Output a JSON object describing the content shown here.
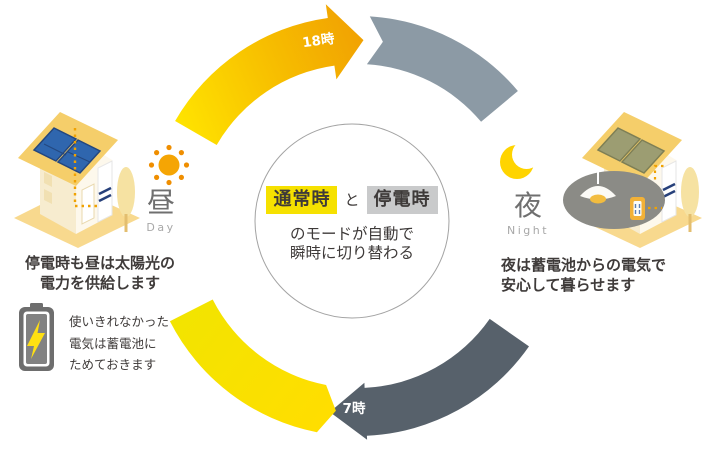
{
  "cycle": {
    "evening_time_label": "18時",
    "morning_time_label": "7時"
  },
  "day": {
    "kanji": "昼",
    "english": "Day",
    "description": [
      "停電時も昼は太陽光の",
      "電力を供給します"
    ],
    "battery_note": [
      "使いきれなかった",
      "電気は蓄電池に",
      "ためておきます"
    ]
  },
  "night": {
    "kanji": "夜",
    "english": "Night",
    "description": [
      "夜は蓄電池からの電気で",
      "安心して暮らせます"
    ]
  },
  "center": {
    "mode_normal": "通常時",
    "connector": "と",
    "mode_outage": "停電時",
    "description": [
      "のモードが自動で",
      "瞬時に切り替わる"
    ]
  },
  "colors": {
    "day_yellow": "#F5E100",
    "day_orange": "#F2A202",
    "night_slate_light": "#8C9AA6",
    "night_slate_dark": "#57616B",
    "text_dark": "#3E3A39",
    "highlight_yellow": "#F6E100",
    "highlight_gray": "#C9CACB",
    "sun_orange": "#F5A504",
    "moon_yellow": "#FFD400"
  }
}
